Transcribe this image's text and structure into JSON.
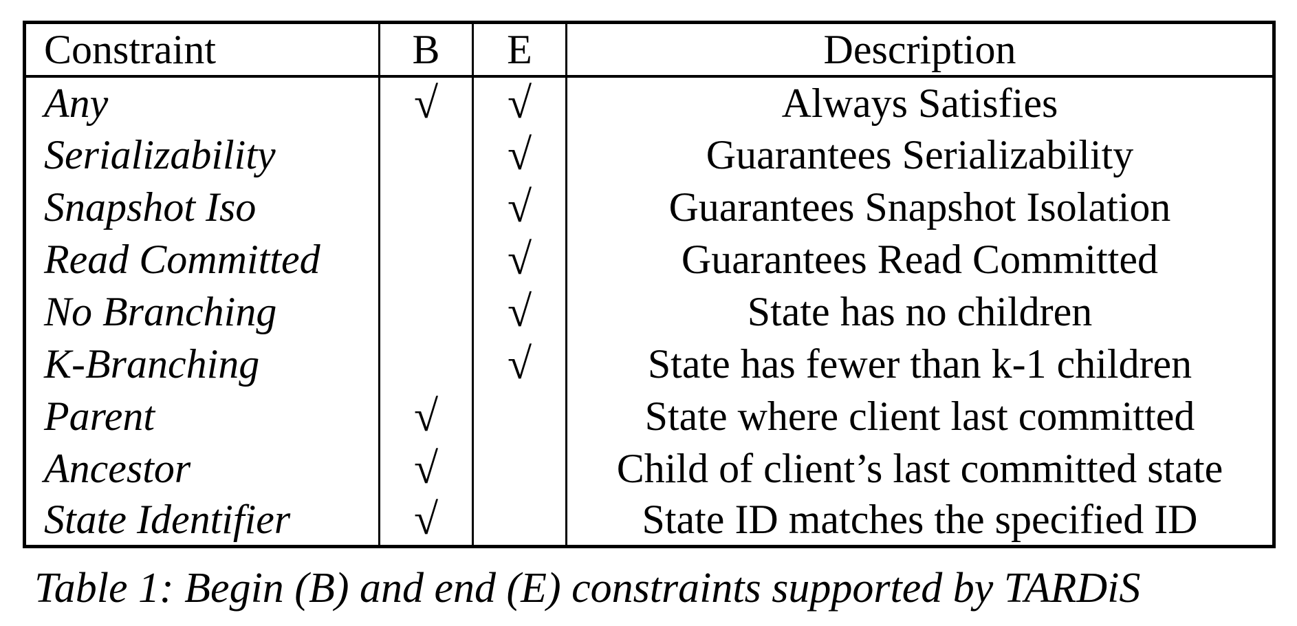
{
  "colors": {
    "background": "#ffffff",
    "text": "#000000",
    "border": "#000000"
  },
  "table": {
    "headers": {
      "constraint": "Constraint",
      "b": "B",
      "e": "E",
      "description": "Description"
    },
    "checkmark_glyph": "√",
    "rows": [
      {
        "constraint": "Any",
        "b": "√",
        "e": "√",
        "description": "Always Satisfies"
      },
      {
        "constraint": "Serializability",
        "b": "",
        "e": "√",
        "description": "Guarantees Serializability"
      },
      {
        "constraint": "Snapshot Iso",
        "b": "",
        "e": "√",
        "description": "Guarantees Snapshot Isolation"
      },
      {
        "constraint": "Read Committed",
        "b": "",
        "e": "√",
        "description": "Guarantees Read Committed"
      },
      {
        "constraint": "No Branching",
        "b": "",
        "e": "√",
        "description": "State has no children"
      },
      {
        "constraint": "K-Branching",
        "b": "",
        "e": "√",
        "description": "State has fewer than k-1 children"
      },
      {
        "constraint": "Parent",
        "b": "√",
        "e": "",
        "description": "State where client last committed"
      },
      {
        "constraint": "Ancestor",
        "b": "√",
        "e": "",
        "description": "Child of client’s last committed state"
      },
      {
        "constraint": "State Identifier",
        "b": "√",
        "e": "",
        "description": "State ID matches the specified ID"
      }
    ]
  },
  "caption": {
    "text": "Table 1: Begin (B) and end (E) constraints supported by TARDiS"
  }
}
